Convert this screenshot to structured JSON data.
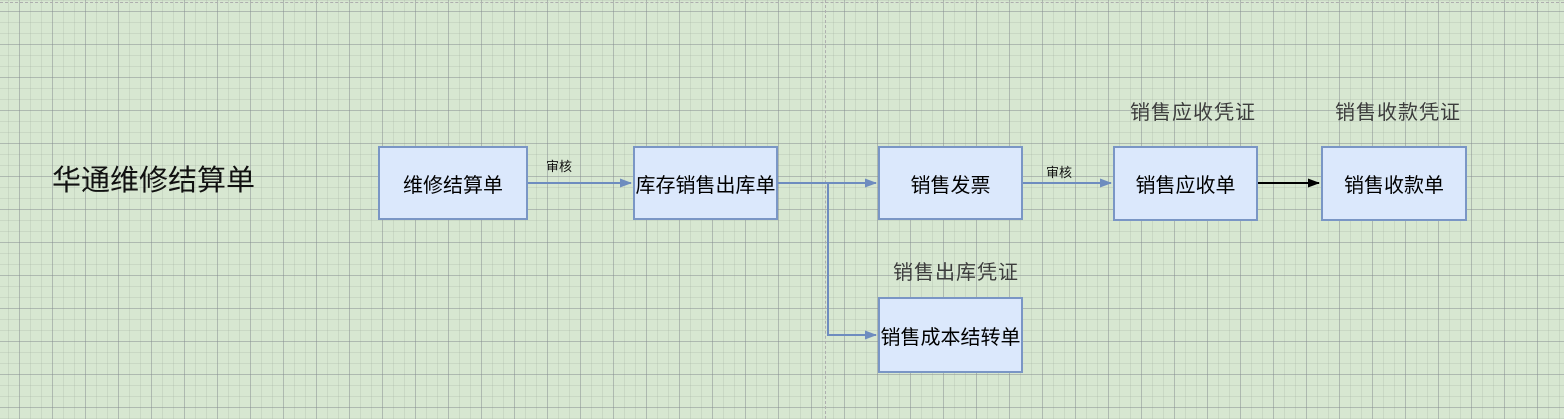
{
  "title": {
    "text": "华通维修结算单"
  },
  "nodes": [
    {
      "id": "repair-settlement",
      "label": "维修结算单"
    },
    {
      "id": "inventory-sales-outbound",
      "label": "库存销售出库单"
    },
    {
      "id": "sales-invoice",
      "label": "销售发票"
    },
    {
      "id": "sales-receivable",
      "label": "销售应收单"
    },
    {
      "id": "sales-receipt",
      "label": "销售收款单"
    },
    {
      "id": "sales-cost-transfer",
      "label": "销售成本结转单"
    }
  ],
  "edge_labels": [
    {
      "text": "审核"
    },
    {
      "text": "审核"
    }
  ],
  "captions": [
    {
      "text": "销售应收凭证"
    },
    {
      "text": "销售收款凭证"
    },
    {
      "text": "销售出库凭证"
    }
  ],
  "edges": [
    {
      "from": "repair-settlement",
      "to": "inventory-sales-outbound",
      "label": "审核",
      "color": "#6e8cbf"
    },
    {
      "from": "inventory-sales-outbound",
      "to": "sales-invoice",
      "label": "",
      "color": "#6e8cbf"
    },
    {
      "from": "inventory-sales-outbound",
      "to": "sales-cost-transfer",
      "label": "",
      "color": "#6e8cbf"
    },
    {
      "from": "sales-invoice",
      "to": "sales-receivable",
      "label": "审核",
      "color": "#6e8cbf"
    },
    {
      "from": "sales-receivable",
      "to": "sales-receipt",
      "label": "",
      "color": "#000000"
    }
  ],
  "colors": {
    "canvas_background": "#d7e7d1",
    "node_fill": "#dbe8fc",
    "node_border": "#7a96c5",
    "edge_blue": "#6e8cbf",
    "edge_black": "#000000",
    "page_boundary": "#aeaeae"
  }
}
